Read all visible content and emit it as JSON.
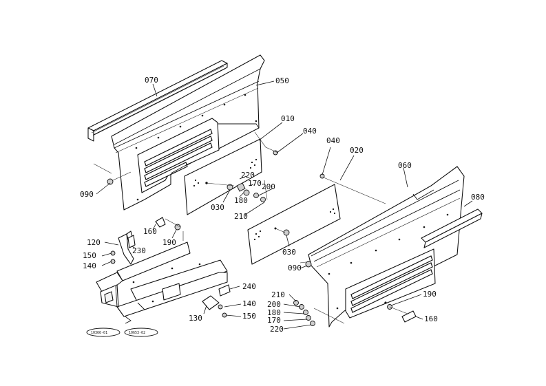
{
  "callouts": {
    "c070": "070",
    "c050": "050",
    "c010": "010",
    "c040a": "040",
    "c040b": "040",
    "c020": "020",
    "c060": "060",
    "c080": "080",
    "c090a": "090",
    "c090b": "090",
    "c220a": "220",
    "c170a": "170",
    "c200a": "200",
    "c180a": "180",
    "c030a": "030",
    "c210a": "210",
    "c030b": "030",
    "c160a": "160",
    "c190a": "190",
    "c120": "120",
    "c230": "230",
    "c150a": "150",
    "c140a": "140",
    "c240": "240",
    "c140b": "140",
    "c150b": "150",
    "c130": "130",
    "c210b": "210",
    "c190b": "190",
    "c200b": "200",
    "c180b": "180",
    "c170b": "170",
    "c160b": "160",
    "c220b": "220"
  },
  "stamps": {
    "left": "10366-01",
    "right": "10653-02"
  }
}
